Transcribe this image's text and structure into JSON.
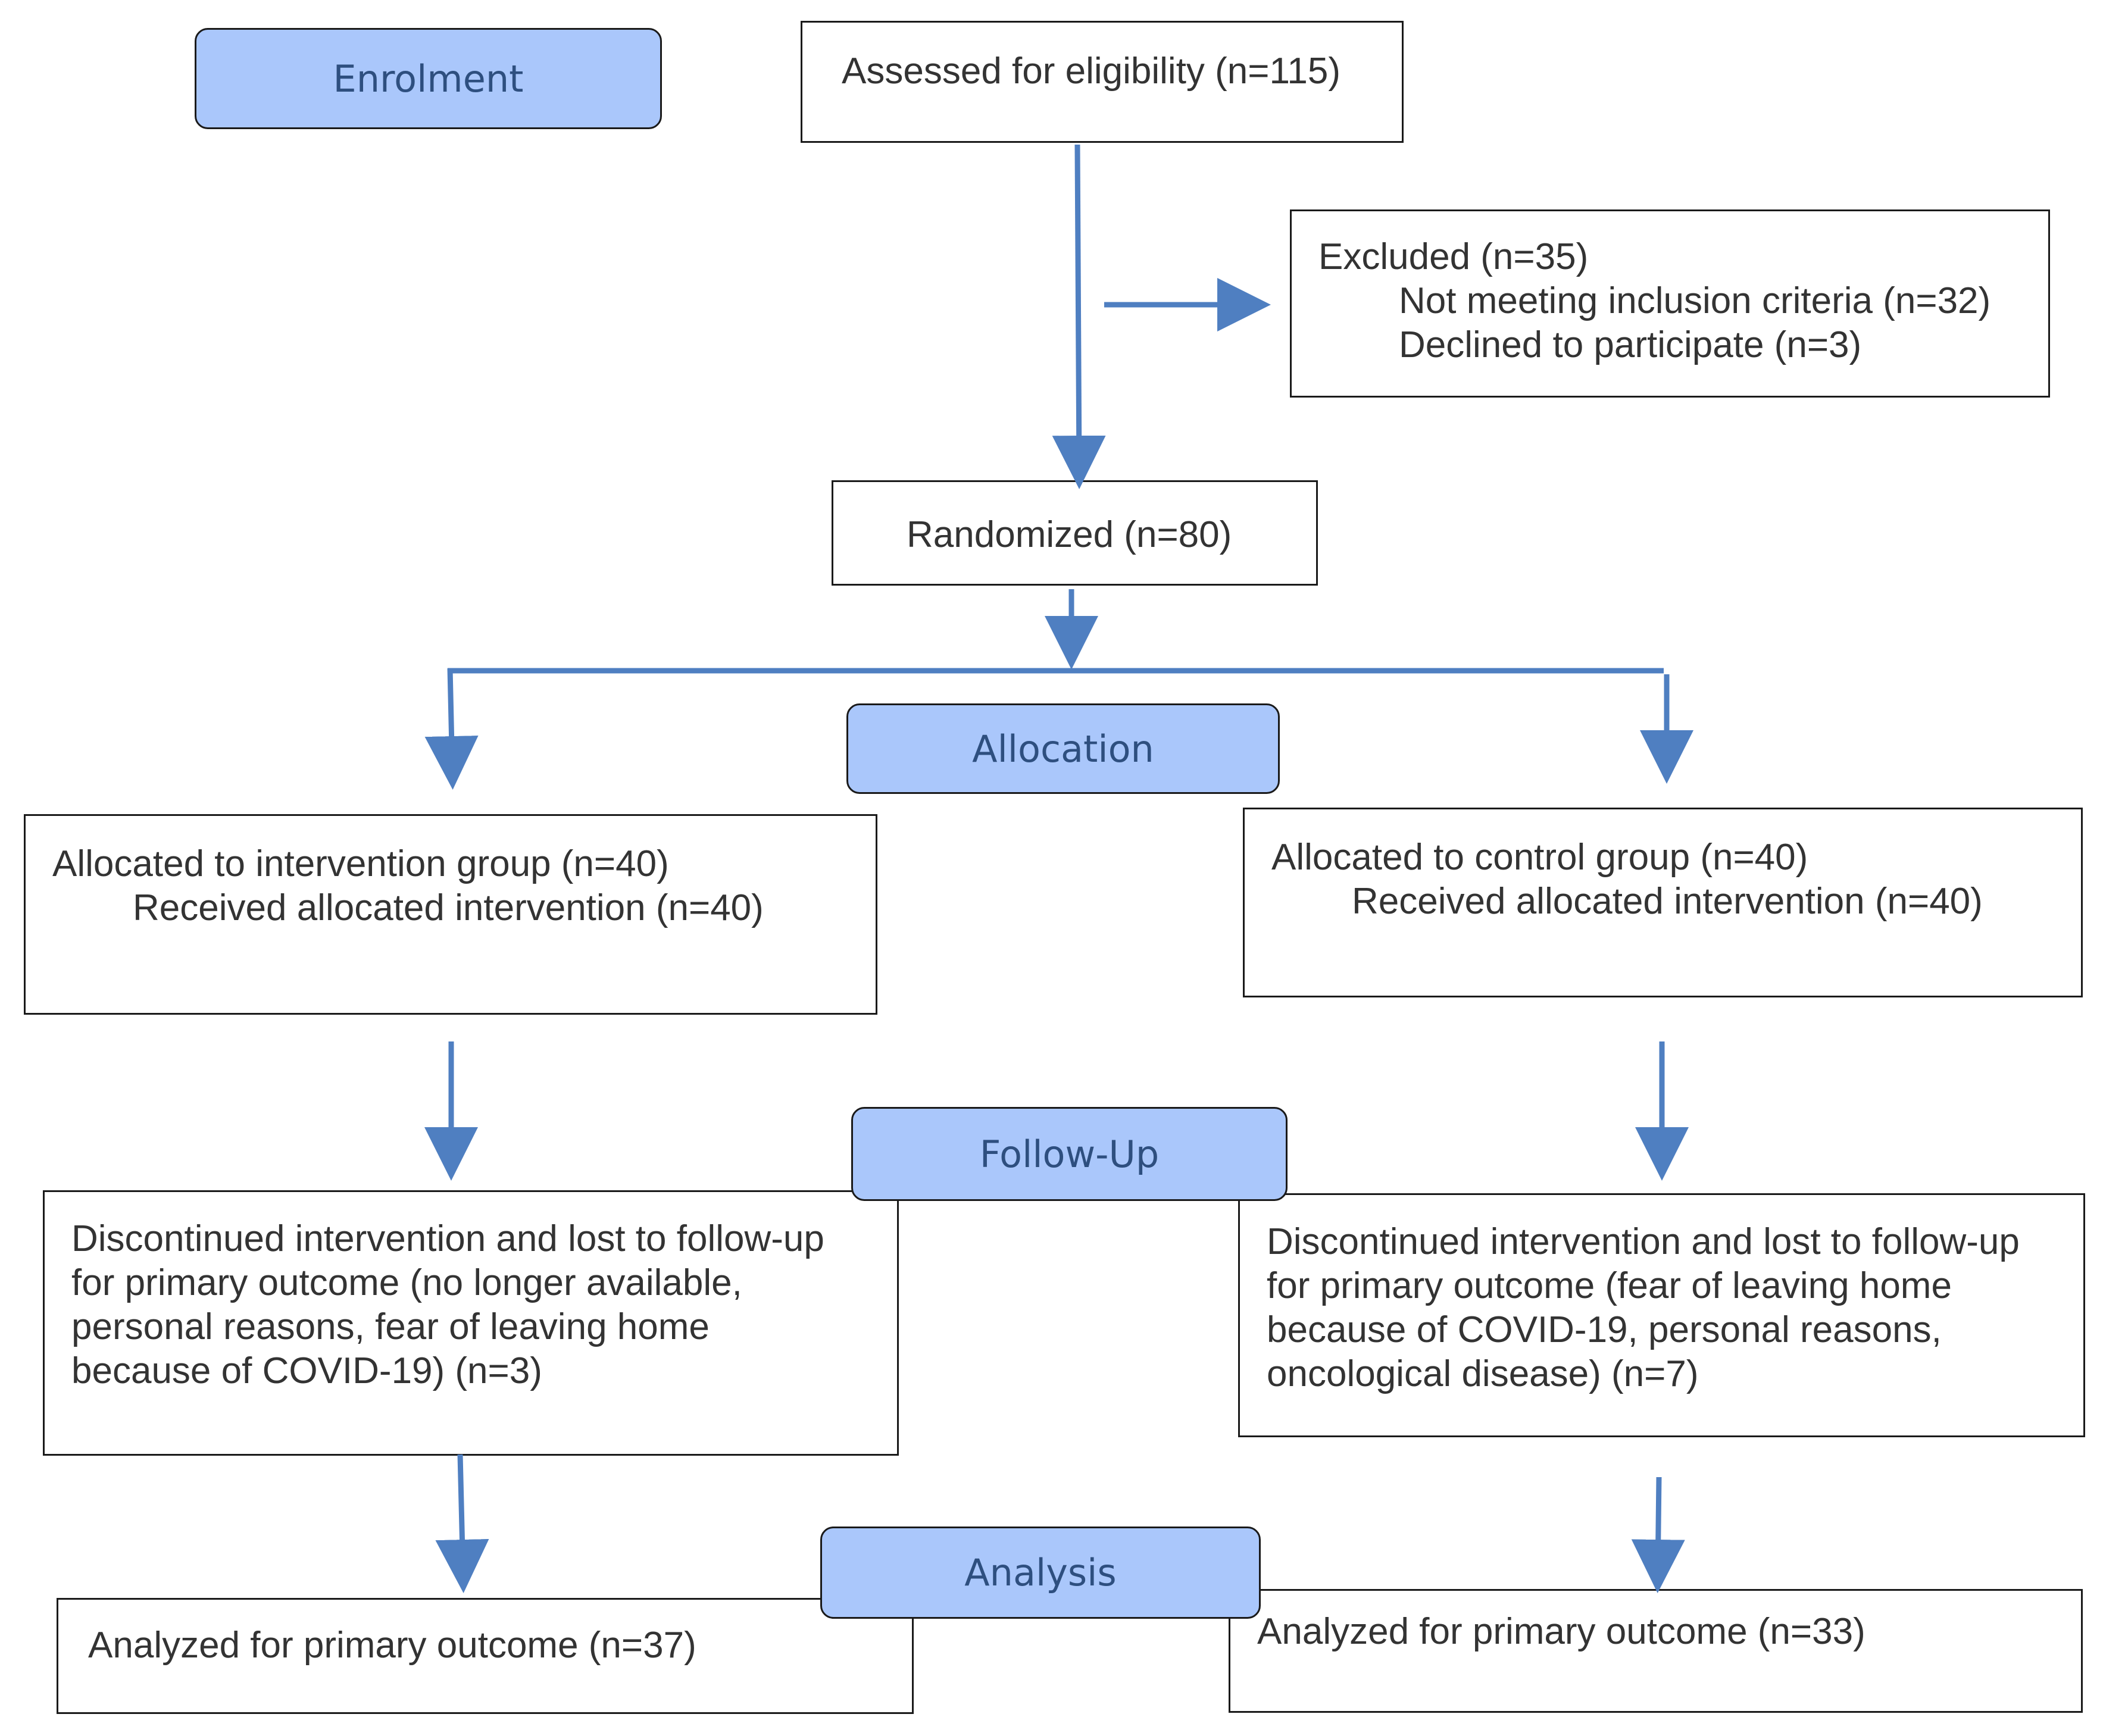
{
  "stages": {
    "enrolment": "Enrolment",
    "allocation": "Allocation",
    "follow_up": "Follow-Up",
    "analysis": "Analysis"
  },
  "boxes": {
    "assessed": "Assessed for eligibility (n=115)",
    "excluded": {
      "title": "Excluded (n=35)",
      "reasons": [
        "Not meeting inclusion criteria (n=32)",
        "Declined to participate (n=3)"
      ]
    },
    "randomized": "Randomized (n=80)",
    "intervention": {
      "allocated": "Allocated to intervention group (n=40)",
      "received": "Received allocated intervention (n=40)",
      "discontinued": [
        "Discontinued intervention and lost to follow-up",
        "for primary outcome (no longer available,",
        "personal reasons, fear of leaving home",
        "because of COVID-19) (n=3)"
      ],
      "analyzed": "Analyzed for primary outcome (n=37)"
    },
    "control": {
      "allocated": "Allocated to control group (n=40)",
      "received": "Received allocated intervention (n=40)",
      "discontinued": [
        "Discontinued intervention and lost to follow-up",
        "for primary outcome (fear of leaving home",
        "because of COVID-19, personal reasons,",
        "oncological disease) (n=7)"
      ],
      "analyzed": "Analyzed for primary outcome (n=33)"
    }
  },
  "colors": {
    "arrow": "#4f7fc1",
    "stage_fill": "#aac7fb",
    "stage_text": "#2e4f7f",
    "box_border": "#1a1a1a",
    "box_text": "#333333"
  }
}
